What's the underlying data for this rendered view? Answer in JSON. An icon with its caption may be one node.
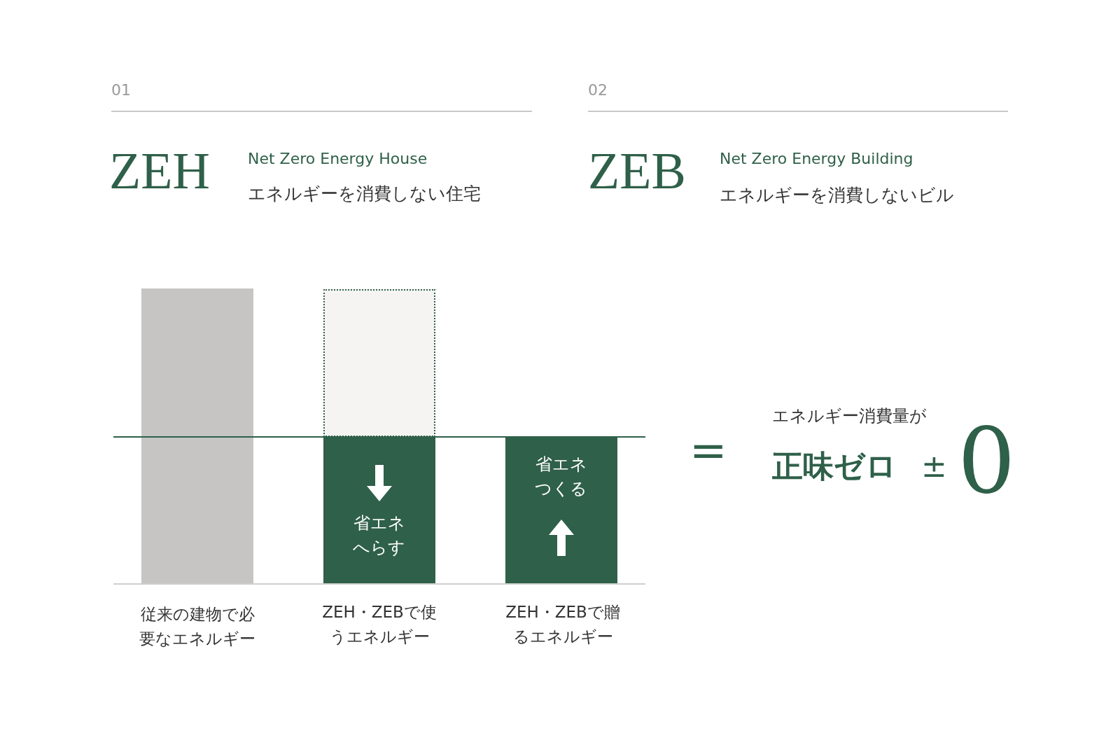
{
  "diagram": {
    "nodes": [
      {
        "text": [],
        "shape": "bar"
      },
      {
        "text": [],
        "shape": "bar"
      },
      {
        "text": [
          "省エネへらす"
        ]
      },
      {
        "text": [
          "省エネつくる"
        ]
      }
    ],
    "labels": [
      "01",
      "ZEH",
      "Net Zero Energy House",
      "エネルギーを消費しない住宅",
      "02",
      "ZEB",
      "Net Zero Energy Building",
      "エネルギーを消費しないビル",
      "従来の建物で必要なエネルギー",
      "ZEH・ZEBで使うエネルギー",
      "ZEH・ZEBで贈るエネルギー",
      "=",
      "エネルギー消費量が",
      "正味ゼロ",
      "±",
      "0"
    ]
  }
}
